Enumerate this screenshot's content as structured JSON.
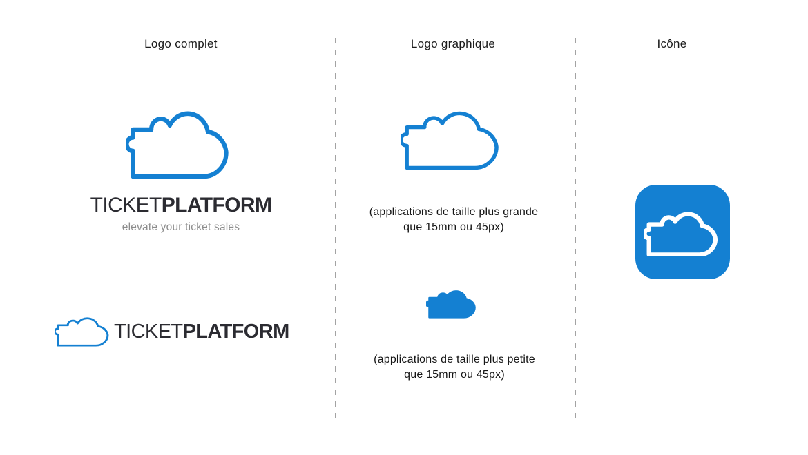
{
  "page": {
    "background": "#ffffff"
  },
  "brand": {
    "blue": "#1480d2",
    "dark": "#2b2b31",
    "gray": "#8c8c8c",
    "divider_gray": "#a3a3a3"
  },
  "columns": {
    "full_logo": {
      "header": "Logo complet",
      "wordmark_ticket": "TICKET",
      "wordmark_platform": "PLATFORM",
      "tagline": "elevate your ticket sales"
    },
    "graphic_logo": {
      "header": "Logo graphique",
      "large_caption_line1": "(applications de taille plus grande",
      "large_caption_line2": "que 15mm ou 45px)",
      "small_caption_line1": "(applications de taille plus petite",
      "small_caption_line2": "que 15mm ou 45px)"
    },
    "icon": {
      "header": "Icône"
    }
  },
  "icons": {
    "cloud_outline": "cloud-ticket-outline-icon",
    "cloud_filled": "cloud-ticket-filled-icon",
    "app_tile": "cloud-app-tile-icon"
  }
}
